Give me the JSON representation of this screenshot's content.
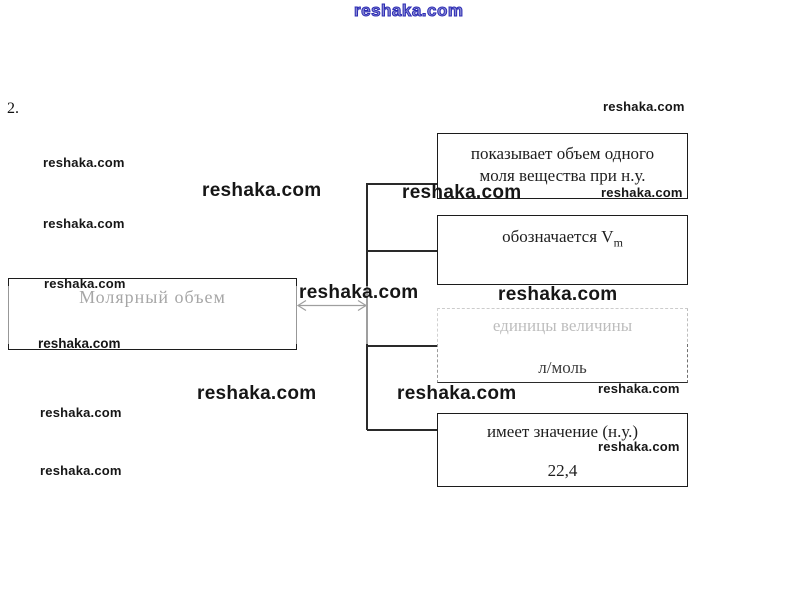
{
  "page": {
    "label": "2."
  },
  "watermark": {
    "text": "reshaka.com",
    "blue_color": "#2b2bb4",
    "black_color": "#161616"
  },
  "diagram": {
    "root_label": "Молярный объем",
    "box1": {
      "line1": "показывает объем одного",
      "line2": "моля вещества при н.у."
    },
    "box2": {
      "prefix": "обозначается V",
      "subscript": "m"
    },
    "box3": {
      "line1": "единицы величины",
      "line2": "л/моль"
    },
    "box4": {
      "line1": "имеет значение (н.у.)",
      "line2": "22,4"
    }
  }
}
